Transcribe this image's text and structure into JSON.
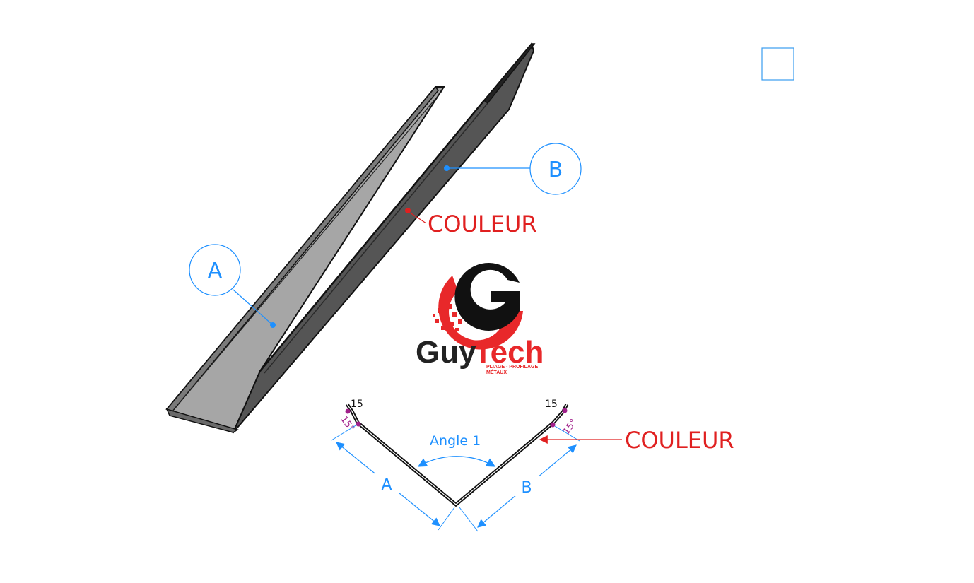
{
  "colors": {
    "annotation_blue": "#1e90ff",
    "callout_red": "#e02020",
    "bend_marker_magenta": "#a0208a",
    "part_face_light": "#a6a6a6",
    "part_face_dark": "#5a5a5a",
    "outline": "#111111",
    "logo_red": "#e8282a",
    "logo_black": "#111111"
  },
  "isometric_view": {
    "balloon_a": "A",
    "balloon_b": "B",
    "color_callout": "COULEUR"
  },
  "logo": {
    "name_part1": "Guy",
    "name_part2": "Tech",
    "tagline_line1": "PLIAGE - PROFILAGE",
    "tagline_line2": "MÉTAUX"
  },
  "section_view": {
    "left_hem_length": "15",
    "right_hem_length": "15",
    "left_hem_angle": "15°",
    "right_hem_angle": "15°",
    "angle_label": "Angle 1",
    "dimension_a": "A",
    "dimension_b": "B",
    "color_callout": "COULEUR"
  }
}
